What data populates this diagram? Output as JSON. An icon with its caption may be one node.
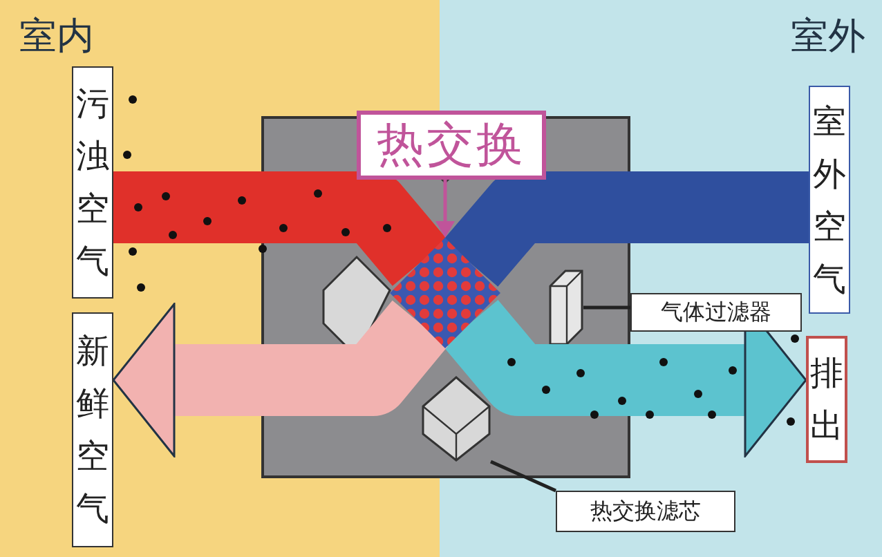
{
  "diagram": {
    "nodes": [
      {
        "text": [
          "室内"
        ]
      },
      {
        "text": [
          "室外"
        ]
      },
      {
        "text": [
          "污浊空气"
        ],
        "in": 0
      },
      {
        "text": [
          "新鲜空气"
        ],
        "in": 0
      },
      {
        "text": [
          "室外空气"
        ],
        "in": 1
      },
      {
        "text": [
          "排出"
        ],
        "in": 1
      },
      {
        "text": [
          "热交换"
        ]
      },
      {
        "text": [],
        "shape": "diamond"
      },
      {
        "text": [
          "气体过滤器"
        ],
        "in": 1
      },
      {
        "text": [],
        "shape": "box",
        "in": 1
      },
      {
        "text": [
          "热交换滤芯"
        ],
        "in": 1
      },
      {
        "text": [],
        "shape": "box"
      }
    ],
    "edges": [
      {
        "from": 6,
        "to": 7,
        "arrow": "to",
        "color": "#c0549a"
      },
      {
        "from": 8,
        "to": 9,
        "arrow": "none"
      },
      {
        "from": 10,
        "to": 11,
        "arrow": "none"
      },
      {
        "from": 2,
        "to": 7,
        "arrow": "none",
        "color": "#e0302a"
      },
      {
        "from": 7,
        "to": 5,
        "arrow": "to",
        "color": "#5cc3cf"
      },
      {
        "from": 4,
        "to": 7,
        "arrow": "none",
        "color": "#2f4f9e"
      },
      {
        "from": 7,
        "to": 3,
        "arrow": "to",
        "color": "#f2b2b0"
      }
    ]
  }
}
